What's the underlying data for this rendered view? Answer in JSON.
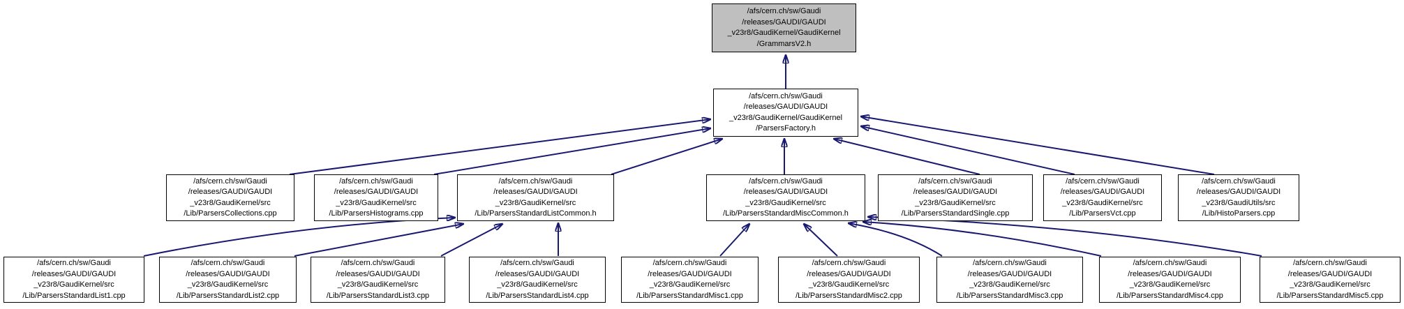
{
  "diagram": {
    "type": "doxygen-included-by-graph",
    "colors": {
      "background": "#ffffff",
      "node_fill": "#ffffff",
      "highlight_node_fill": "#bfbfbf",
      "node_border": "#000000",
      "edge": "#191970",
      "text": "#000000"
    },
    "nodes": {
      "grammars_v2": {
        "label": "/afs/cern.ch/sw/Gaudi\n/releases/GAUDI/GAUDI\n_v23r8/GaudiKernel/GaudiKernel\n/GrammarsV2.h",
        "highlighted": true
      },
      "parsers_factory": {
        "label": "/afs/cern.ch/sw/Gaudi\n/releases/GAUDI/GAUDI\n_v23r8/GaudiKernel/GaudiKernel\n/ParsersFactory.h",
        "highlighted": false
      },
      "parsers_collections": {
        "label": "/afs/cern.ch/sw/Gaudi\n/releases/GAUDI/GAUDI\n_v23r8/GaudiKernel/src\n/Lib/ParsersCollections.cpp",
        "highlighted": false
      },
      "parsers_histograms": {
        "label": "/afs/cern.ch/sw/Gaudi\n/releases/GAUDI/GAUDI\n_v23r8/GaudiKernel/src\n/Lib/ParsersHistograms.cpp",
        "highlighted": false
      },
      "parsers_standard_list_common": {
        "label": "/afs/cern.ch/sw/Gaudi\n/releases/GAUDI/GAUDI\n_v23r8/GaudiKernel/src\n/Lib/ParsersStandardListCommon.h",
        "highlighted": false
      },
      "parsers_standard_misc_common": {
        "label": "/afs/cern.ch/sw/Gaudi\n/releases/GAUDI/GAUDI\n_v23r8/GaudiKernel/src\n/Lib/ParsersStandardMiscCommon.h",
        "highlighted": false
      },
      "parsers_standard_single": {
        "label": "/afs/cern.ch/sw/Gaudi\n/releases/GAUDI/GAUDI\n_v23r8/GaudiKernel/src\n/Lib/ParsersStandardSingle.cpp",
        "highlighted": false
      },
      "parsers_vct": {
        "label": "/afs/cern.ch/sw/Gaudi\n/releases/GAUDI/GAUDI\n_v23r8/GaudiKernel/src\n/Lib/ParsersVct.cpp",
        "highlighted": false
      },
      "histo_parsers": {
        "label": "/afs/cern.ch/sw/Gaudi\n/releases/GAUDI/GAUDI\n_v23r8/GaudiUtils/src\n/Lib/HistoParsers.cpp",
        "highlighted": false
      },
      "parsers_standard_list1": {
        "label": "/afs/cern.ch/sw/Gaudi\n/releases/GAUDI/GAUDI\n_v23r8/GaudiKernel/src\n/Lib/ParsersStandardList1.cpp",
        "highlighted": false
      },
      "parsers_standard_list2": {
        "label": "/afs/cern.ch/sw/Gaudi\n/releases/GAUDI/GAUDI\n_v23r8/GaudiKernel/src\n/Lib/ParsersStandardList2.cpp",
        "highlighted": false
      },
      "parsers_standard_list3": {
        "label": "/afs/cern.ch/sw/Gaudi\n/releases/GAUDI/GAUDI\n_v23r8/GaudiKernel/src\n/Lib/ParsersStandardList3.cpp",
        "highlighted": false
      },
      "parsers_standard_list4": {
        "label": "/afs/cern.ch/sw/Gaudi\n/releases/GAUDI/GAUDI\n_v23r8/GaudiKernel/src\n/Lib/ParsersStandardList4.cpp",
        "highlighted": false
      },
      "parsers_standard_misc1": {
        "label": "/afs/cern.ch/sw/Gaudi\n/releases/GAUDI/GAUDI\n_v23r8/GaudiKernel/src\n/Lib/ParsersStandardMisc1.cpp",
        "highlighted": false
      },
      "parsers_standard_misc2": {
        "label": "/afs/cern.ch/sw/Gaudi\n/releases/GAUDI/GAUDI\n_v23r8/GaudiKernel/src\n/Lib/ParsersStandardMisc2.cpp",
        "highlighted": false
      },
      "parsers_standard_misc3": {
        "label": "/afs/cern.ch/sw/Gaudi\n/releases/GAUDI/GAUDI\n_v23r8/GaudiKernel/src\n/Lib/ParsersStandardMisc3.cpp",
        "highlighted": false
      },
      "parsers_standard_misc4": {
        "label": "/afs/cern.ch/sw/Gaudi\n/releases/GAUDI/GAUDI\n_v23r8/GaudiKernel/src\n/Lib/ParsersStandardMisc4.cpp",
        "highlighted": false
      },
      "parsers_standard_misc5": {
        "label": "/afs/cern.ch/sw/Gaudi\n/releases/GAUDI/GAUDI\n_v23r8/GaudiKernel/src\n/Lib/ParsersStandardMisc5.cpp",
        "highlighted": false
      }
    },
    "edges": [
      {
        "from": "parsers_factory",
        "to": "grammars_v2"
      },
      {
        "from": "parsers_collections",
        "to": "parsers_factory"
      },
      {
        "from": "parsers_histograms",
        "to": "parsers_factory"
      },
      {
        "from": "parsers_standard_list_common",
        "to": "parsers_factory"
      },
      {
        "from": "parsers_standard_misc_common",
        "to": "parsers_factory"
      },
      {
        "from": "parsers_standard_single",
        "to": "parsers_factory"
      },
      {
        "from": "parsers_vct",
        "to": "parsers_factory"
      },
      {
        "from": "histo_parsers",
        "to": "parsers_factory"
      },
      {
        "from": "parsers_standard_list1",
        "to": "parsers_standard_list_common"
      },
      {
        "from": "parsers_standard_list2",
        "to": "parsers_standard_list_common"
      },
      {
        "from": "parsers_standard_list3",
        "to": "parsers_standard_list_common"
      },
      {
        "from": "parsers_standard_list4",
        "to": "parsers_standard_list_common"
      },
      {
        "from": "parsers_standard_misc1",
        "to": "parsers_standard_misc_common"
      },
      {
        "from": "parsers_standard_misc2",
        "to": "parsers_standard_misc_common"
      },
      {
        "from": "parsers_standard_misc3",
        "to": "parsers_standard_misc_common"
      },
      {
        "from": "parsers_standard_misc4",
        "to": "parsers_standard_misc_common"
      },
      {
        "from": "parsers_standard_misc5",
        "to": "parsers_standard_misc_common"
      }
    ]
  }
}
